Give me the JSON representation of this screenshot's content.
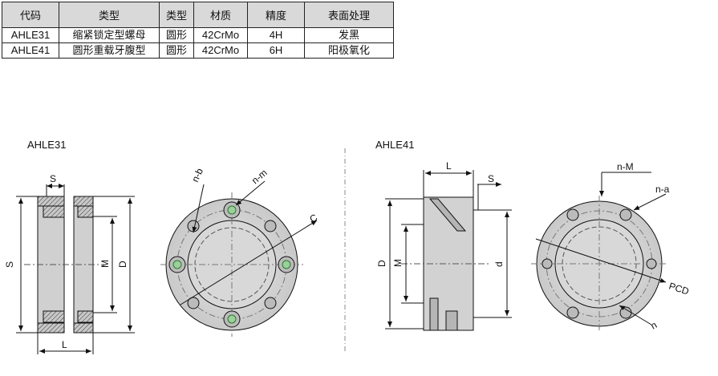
{
  "table": {
    "headers": [
      "代码",
      "类型",
      "类型",
      "材质",
      "精度",
      "表面处理"
    ],
    "rows": [
      [
        "AHLE31",
        "缩紧锁定型螺母",
        "圆形",
        "42CrMo",
        "4H",
        "发黑"
      ],
      [
        "AHLE41",
        "圆形重载牙腹型",
        "圆形",
        "42CrMo",
        "6H",
        "阳极氧化"
      ]
    ]
  },
  "drawings": {
    "left": {
      "title": "AHLE31",
      "labels": {
        "s_top": "S",
        "s_side": "S",
        "m": "M",
        "d": "D",
        "l": "L",
        "nb": "n-b",
        "nm": "n-m",
        "c": "C"
      }
    },
    "right": {
      "title": "AHLE41",
      "labels": {
        "l": "L",
        "s": "S",
        "d_big": "D",
        "m": "M",
        "d_small": "d",
        "nM": "n-M",
        "na": "n-a",
        "pcd": "PCD",
        "n": "n"
      }
    }
  }
}
